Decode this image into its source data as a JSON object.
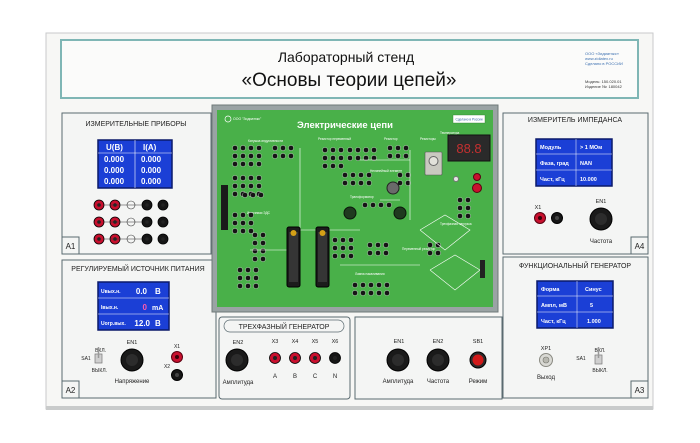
{
  "header": {
    "title_line1": "Лабораторный стенд",
    "title_line2": "«Основы теории цепей»",
    "maker_lines": [
      "ООО «Зидиатэкс»",
      "www.zidiatex.ru",
      "Сделано в РОССИИ"
    ],
    "model_lines": [
      "Модель: 150.020.01",
      "Изделие №: 180042"
    ]
  },
  "meters": {
    "title": "ИЗМЕРИТЕЛЬНЫЕ ПРИБОРЫ",
    "label": "A1",
    "col_u": "U(B)",
    "col_i": "I(A)",
    "rows": [
      [
        "0.000",
        "0.000"
      ],
      [
        "0.000",
        "0.000"
      ],
      [
        "0.000",
        "0.000"
      ]
    ]
  },
  "impedance": {
    "title": "ИЗМЕРИТЕЛЬ ИМПЕДАНСА",
    "label": "A4",
    "rows": [
      [
        "Модуль",
        "> 1 МОм"
      ],
      [
        "Фаза, град",
        "NAN"
      ],
      [
        "Част, кГц",
        "10.000"
      ]
    ],
    "x1": "X1",
    "en1": "EN1",
    "knob_label": "Частота"
  },
  "circuit": {
    "logo": "ООО \"Зидиатэкс\"",
    "title": "Электрические цепи",
    "brand": "Сделано в России",
    "tiny_labels": [
      "Катушка индуктивности",
      "Резистор переменный",
      "Резистор",
      "Резисторы",
      "Нелинейный элемент",
      "Источники ЭДС",
      "Трансформатор",
      "Трехфазная нагрузка",
      "Переменный резистор",
      "Температура",
      "Лампа накаливания"
    ],
    "seg_display": "88.8"
  },
  "power": {
    "title": "РЕГУЛИРУЕМЫЙ ИСТОЧНИК ПИТАНИЯ",
    "label": "A2",
    "rows": [
      {
        "name": "Uвых.н.",
        "value": "0.0",
        "unit": "В"
      },
      {
        "name": "Iвых.н.",
        "value": "0",
        "unit": "mA"
      },
      {
        "name": "Uогр.вых.",
        "value": "12.0",
        "unit": "В"
      }
    ],
    "en1": "EN1",
    "x1": "X1",
    "x2": "X2",
    "sa1": "SA1",
    "on": "ВКЛ.",
    "off": "ВЫКЛ.",
    "knob_label": "Напряжение"
  },
  "three_phase": {
    "title": "ТРЕХФАЗНЫЙ ГЕНЕРАТОР",
    "en2": "EN2",
    "knob_label": "Амплитуда",
    "terminals": [
      {
        "id": "X3",
        "phase": "A"
      },
      {
        "id": "X4",
        "phase": "B"
      },
      {
        "id": "X5",
        "phase": "C"
      },
      {
        "id": "X6",
        "phase": "N"
      }
    ]
  },
  "controls": {
    "en1": "EN1",
    "en2": "EN2",
    "sb1": "SB1",
    "amp": "Амплитуда",
    "freq": "Частота",
    "mode": "Режим"
  },
  "func_gen": {
    "title": "ФУНКЦИОНАЛЬНЫЙ ГЕНЕРАТОР",
    "label": "A3",
    "rows": [
      [
        "Форма",
        "Синус"
      ],
      [
        "Ампл, мВ",
        "5"
      ],
      [
        "Част, кГц",
        "1.000"
      ]
    ],
    "xp1": "XP1",
    "out": "Выход",
    "sa1": "SA1",
    "on": "ВКЛ.",
    "off": "ВЫКЛ."
  },
  "colors": {
    "panel": "#f4f5f4",
    "frame": "#5a6a70",
    "header_border": "#7fb6b5",
    "lcd": "#1b3fd6",
    "board": "#49b049",
    "socket_red": "#c8102e"
  }
}
